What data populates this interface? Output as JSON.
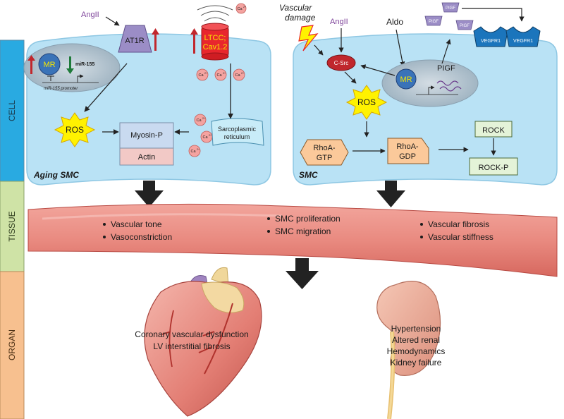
{
  "side_labels": {
    "cell": "CELL",
    "tissue": "TISSUE",
    "organ": "ORGAN"
  },
  "aging_smc": {
    "title": "Aging SMC",
    "angII": "AngII",
    "at1r": "AT1R",
    "ltcc_line1": "LTCC;",
    "ltcc_line2": "Cav1.2",
    "ca_label": "Ca",
    "ca_super": "2+",
    "mr": "MR",
    "mir155": "miR-155",
    "mir155_promoter": "miR-155 promoter",
    "ros": "ROS",
    "myosin_p": "Myosin-P",
    "actin": "Actin",
    "sr_line1": "Sarcoplasmic",
    "sr_line2": "reticulum"
  },
  "smc": {
    "title": "SMC",
    "vascular_damage_line1": "Vascular",
    "vascular_damage_line2": "damage",
    "angII": "AngII",
    "aldo": "Aldo",
    "c_src": "C-Src",
    "mr": "MR",
    "pigf": "PIGF",
    "vegfr1": "VEGFR1",
    "ros": "ROS",
    "rhoa_gtp_line1": "RhoA-",
    "rhoa_gtp_line2": "GTP",
    "rhoa_gdp_line1": "RhoA-",
    "rhoa_gdp_line2": "GDP",
    "rock": "ROCK",
    "rock_p": "ROCK-P"
  },
  "tissue": {
    "left": [
      "Vascular tone",
      "Vasoconstriction"
    ],
    "middle": [
      "SMC proliferation",
      "SMC migration"
    ],
    "right": [
      "Vascular fibrosis",
      "Vascular stiffness"
    ]
  },
  "organ": {
    "heart": [
      "Coronary vascular dysfunction",
      "LV interstitial fibrosis"
    ],
    "kidney": [
      "Hypertension",
      "Altered renal",
      "Hemodynamics",
      "Kidney failure"
    ]
  },
  "colors": {
    "cell_fill": "#b9e2f5",
    "side_cell": "#29aae1",
    "side_tissue": "#cfe3a6",
    "side_organ": "#f7c08f",
    "vessel": "#e9857b",
    "ros_fill": "#fff200",
    "c_src": "#c0272d",
    "vegfr1": "#1b75bc",
    "rhoa": "#fbc99a",
    "rock": "#e4f3d8"
  }
}
